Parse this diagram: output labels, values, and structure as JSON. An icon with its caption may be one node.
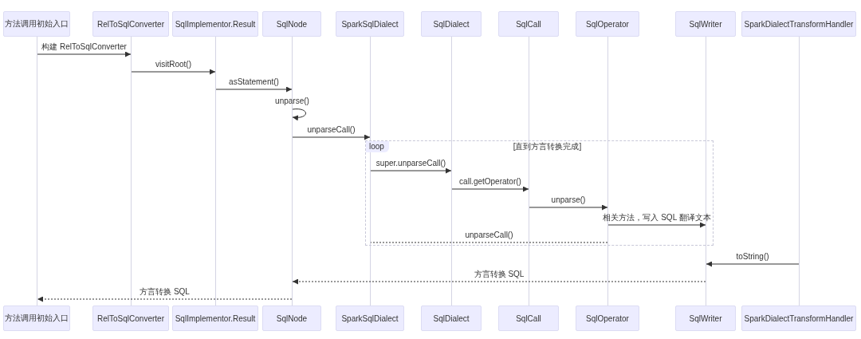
{
  "diagram": {
    "nodes": [
      {
        "text": [
          "方法调用初始入口"
        ]
      },
      {
        "text": [
          "RelToSqlConverter"
        ]
      },
      {
        "text": [
          "SqlImplementor.Result"
        ]
      },
      {
        "text": [
          "SqlNode"
        ]
      },
      {
        "text": [
          "SparkSqlDialect"
        ]
      },
      {
        "text": [
          "SqlDialect"
        ]
      },
      {
        "text": [
          "SqlCall"
        ]
      },
      {
        "text": [
          "SqlOperator"
        ]
      },
      {
        "text": [
          "SqlWriter"
        ]
      },
      {
        "text": [
          "SparkDialectTransformHandler"
        ]
      },
      {
        "text": [
          "方法调用初始入口"
        ]
      },
      {
        "text": [
          "RelToSqlConverter"
        ]
      },
      {
        "text": [
          "SqlImplementor.Result"
        ]
      },
      {
        "text": [
          "SqlNode"
        ]
      },
      {
        "text": [
          "SparkSqlDialect"
        ]
      },
      {
        "text": [
          "SqlDialect"
        ]
      },
      {
        "text": [
          "SqlCall"
        ]
      },
      {
        "text": [
          "SqlOperator"
        ]
      },
      {
        "text": [
          "SqlWriter"
        ]
      },
      {
        "text": [
          "SparkDialectTransformHandler"
        ]
      },
      {
        "text": [],
        "shape": "bar"
      },
      {
        "text": [],
        "shape": "bar"
      },
      {
        "text": [],
        "shape": "bar"
      },
      {
        "text": [],
        "shape": "bar"
      },
      {
        "text": [],
        "shape": "bar"
      },
      {
        "text": [],
        "shape": "bar"
      },
      {
        "text": [],
        "shape": "bar"
      },
      {
        "text": [],
        "shape": "bar"
      },
      {
        "text": [],
        "shape": "bar"
      },
      {
        "text": [],
        "shape": "bar"
      }
    ],
    "edges": [
      {
        "from": 20,
        "to": 21,
        "arrow": "to",
        "label": "构建 RelToSqlConverter"
      },
      {
        "from": 21,
        "to": 22,
        "arrow": "to",
        "label": "visitRoot()"
      },
      {
        "from": 22,
        "to": 23,
        "arrow": "to",
        "label": "asStatement()"
      },
      {
        "from": 23,
        "to": 23,
        "arrow": "to",
        "label": "unparse()"
      },
      {
        "from": 23,
        "to": 24,
        "arrow": "to",
        "label": "unparseCall()"
      },
      {
        "from": 24,
        "to": 25,
        "arrow": "to",
        "label": "super.unparseCall()"
      },
      {
        "from": 25,
        "to": 26,
        "arrow": "to",
        "label": "call.getOperator()"
      },
      {
        "from": 26,
        "to": 27,
        "arrow": "to",
        "label": "unparse()"
      },
      {
        "from": 27,
        "to": 28,
        "arrow": "to",
        "label": "相关方法，写入 SQL 翻译文本"
      },
      {
        "from": 27,
        "to": 24,
        "arrow": "none",
        "label": "unparseCall()",
        "style": "dashed"
      },
      {
        "from": 29,
        "to": 28,
        "arrow": "to",
        "label": "toString()"
      },
      {
        "from": 28,
        "to": 23,
        "arrow": "to",
        "label": "方言转换 SQL",
        "style": "dashed"
      },
      {
        "from": 23,
        "to": 20,
        "arrow": "to",
        "label": "方言转换 SQL",
        "style": "dashed"
      }
    ],
    "labels": [
      "loop",
      "[直到方言转换完成]"
    ]
  }
}
